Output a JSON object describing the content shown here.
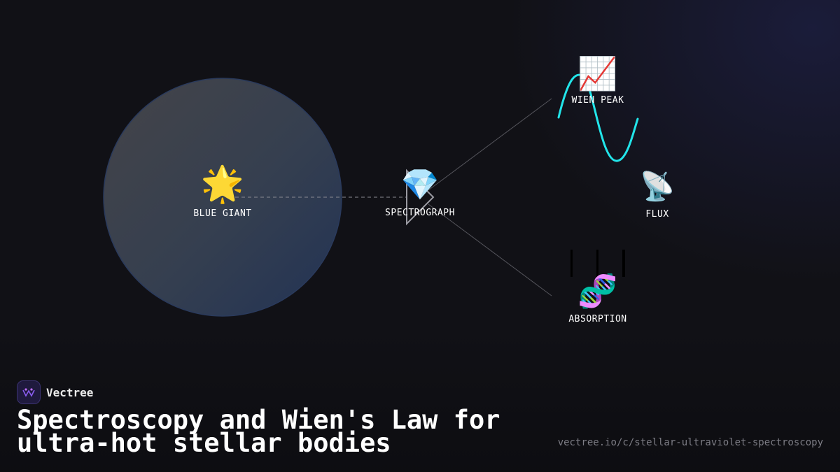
{
  "brand": {
    "name": "Vectree",
    "icon": "vectree-logo-icon"
  },
  "title": "Spectroscopy and Wien's Law for ultra-hot stellar bodies",
  "url": "vectree.io/c/stellar-ultraviolet-spectroscopy",
  "nodes": [
    {
      "id": "blue-giant",
      "label": "BLUE GIANT",
      "icon": "glowing-star-icon",
      "glyph": "🌟"
    },
    {
      "id": "spectrograph",
      "label": "SPECTROGRAPH",
      "icon": "gem-icon",
      "glyph": "💎"
    },
    {
      "id": "wien-peak",
      "label": "WIEN PEAK",
      "icon": "chart-increasing-icon",
      "glyph": "📈"
    },
    {
      "id": "flux",
      "label": "FLUX",
      "icon": "satellite-antenna-icon",
      "glyph": "📡"
    },
    {
      "id": "absorption",
      "label": "ABSORPTION",
      "icon": "dna-icon",
      "glyph": "🧬"
    }
  ],
  "colors": {
    "background": "#111116",
    "halo": "#3a4258",
    "halo_edge": "#2a3a5c",
    "wien_curve": "#22e5ea",
    "connector": "#5a5a62"
  }
}
